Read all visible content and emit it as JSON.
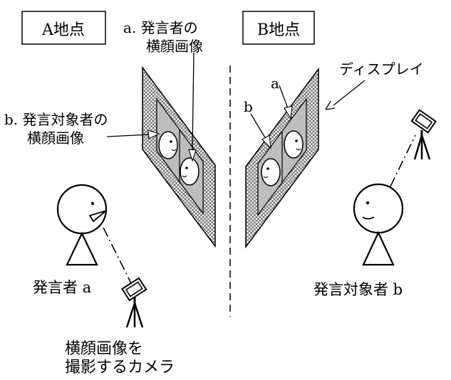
{
  "site_a": {
    "label": "A地点"
  },
  "site_b": {
    "label": "B地点"
  },
  "annotations": {
    "side_face_a_line1": "a. 発言者の",
    "side_face_a_line2": "横顔画像",
    "side_face_b_line1": "b. 発言対象者の",
    "side_face_b_line2": "横顔画像",
    "display": "ディスプレイ",
    "marker_a": "a",
    "marker_b": "b"
  },
  "people": {
    "speaker": "発言者 a",
    "target": "発言対象者 b"
  },
  "camera": {
    "line1": "横顔画像を",
    "line2": "撮影するカメラ"
  }
}
